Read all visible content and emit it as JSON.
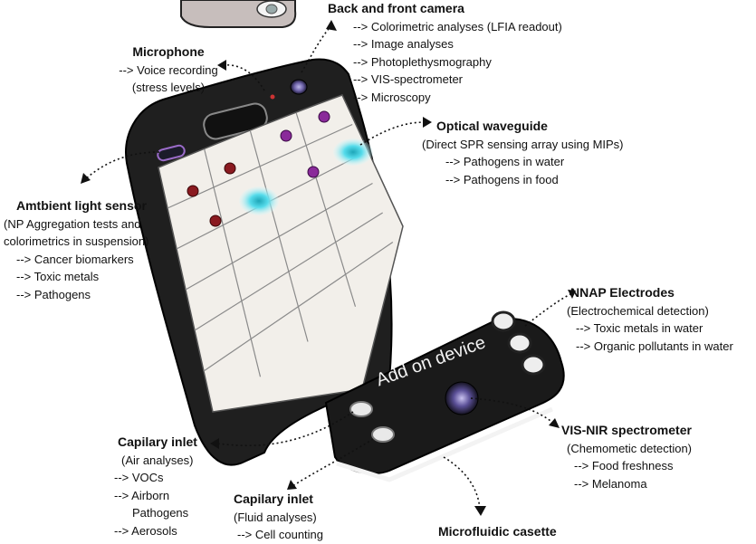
{
  "device_label": "Add on device",
  "callouts": {
    "camera": {
      "title": "Back and front camera",
      "items": [
        "--> Colorimetric analyses (LFIA readout)",
        "--> Image analyses",
        "--> Photoplethysmography",
        "--> VIS-spectrometer",
        "--> Microscopy"
      ]
    },
    "microphone": {
      "title": "Microphone",
      "items": [
        "--> Voice recording",
        "(stress levels)"
      ]
    },
    "waveguide": {
      "title": "Optical waveguide",
      "subtitle": "(Direct SPR sensing array using MIPs)",
      "items": [
        "--> Pathogens in water",
        "--> Pathogens in food"
      ]
    },
    "ambient": {
      "title": "Amtbient light sensor",
      "subtitle": "(NP Aggregation tests and",
      "subtitle2": "colorimetrics in suspension)",
      "items": [
        "--> Cancer biomarkers",
        "--> Toxic metals",
        "--> Pathogens"
      ]
    },
    "nnap": {
      "title": "NNAP Electrodes",
      "subtitle": "(Electrochemical detection)",
      "items": [
        "--> Toxic metals in water",
        "--> Organic pollutants in water"
      ]
    },
    "visnir": {
      "title": "VIS-NIR spectrometer",
      "subtitle": "(Chemometic detection)",
      "items": [
        "--> Food freshness",
        "--> Melanoma"
      ]
    },
    "capilary_air": {
      "title": "Capilary inlet",
      "subtitle": "(Air analyses)",
      "items": [
        "--> VOCs",
        "--> Airborn",
        "Pathogens",
        "--> Aerosols"
      ]
    },
    "capilary_fluid": {
      "title": "Capilary inlet",
      "subtitle": "(Fluid analyses)",
      "items": [
        "--> Cell counting"
      ]
    },
    "microfluidic": {
      "title": "Microfluidic casette"
    }
  },
  "colors": {
    "phone_body": "#2a2a2a",
    "screen": "#f2efea",
    "grid": "#8a8a8a",
    "cyan_spot": "#4fd6e6",
    "purple_particle": "#8a2a9a",
    "red_particle": "#8a1a20"
  }
}
